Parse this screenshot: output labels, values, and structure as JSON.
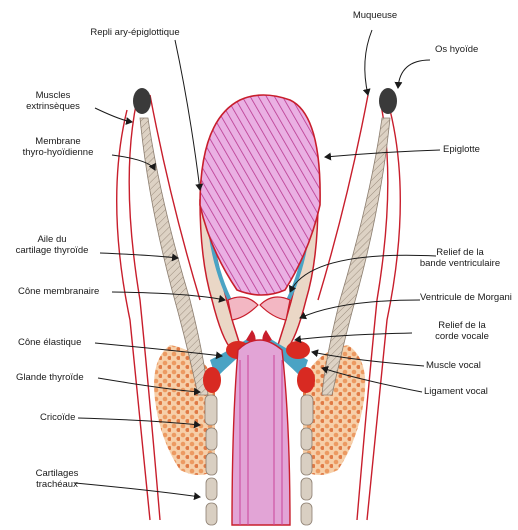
{
  "labels": {
    "repli_ary_epiglottique": "Repli ary-épiglottique",
    "muqueuse": "Muqueuse",
    "os_hyoide": "Os hyoïde",
    "muscles_extrinseques": "Muscles\nextrinsèques",
    "membrane_thyro_hyoidienne": "Membrane\nthyro-hyoïdienne",
    "epiglotte": "Epiglotte",
    "aile_cartilage_thyroide": "Aile du\ncartilage thyroïde",
    "relief_bande_ventriculaire": "Relief de la\nbande ventriculaire",
    "cone_membranaire": "Cône membranaire",
    "ventricule_morgani": "Ventricule de Morgani",
    "relief_corde_vocale": "Relief de la\ncorde vocale",
    "cone_elastique": "Cône élastique",
    "muscle_vocal": "Muscle vocal",
    "glande_thyroide": "Glande thyroïde",
    "ligament_vocal": "Ligament vocal",
    "cricoide": "Cricoïde",
    "cartilages_tracheaux": "Cartilages\ntrachéaux"
  },
  "colors": {
    "mucosa_pink": "#e9a6e0",
    "mucosa_stripe": "#b9378f",
    "red_outline": "#c81e2c",
    "muscle_red": "#d82a22",
    "ligament_blue": "#4aa3c4",
    "cartilage_beige": "#d9cfc2",
    "gland_orange": "#ec9a62",
    "hyoid_dark": "#3a3a3a",
    "ink": "#1a1a1a"
  }
}
